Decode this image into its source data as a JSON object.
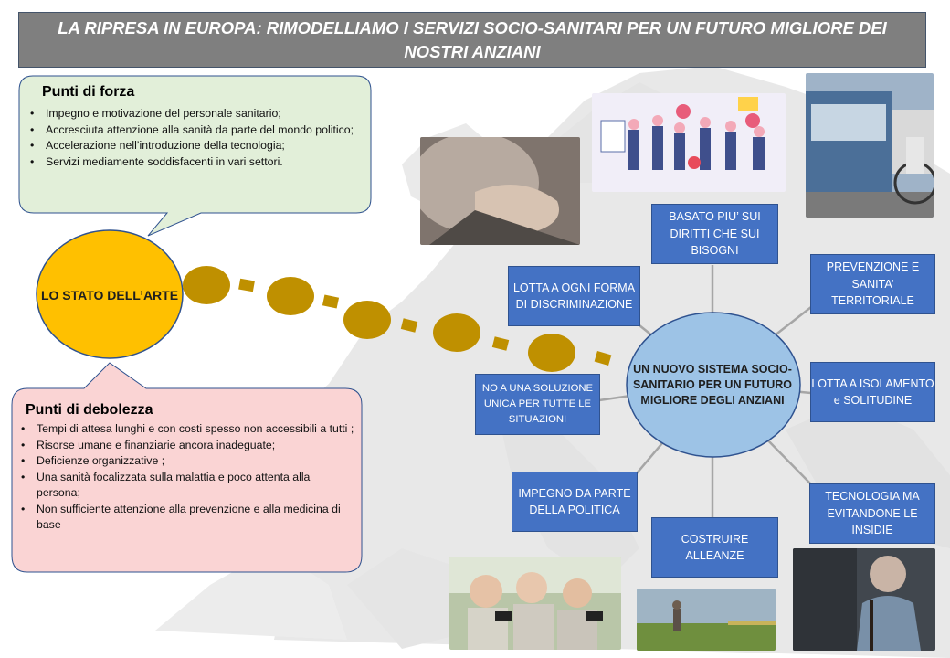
{
  "title": "LA RIPRESA IN EUROPA: RIMODELLIAMO I SERVIZI SOCIO-SANITARI PER  UN FUTURO MIGLIORE DEI NOSTRI ANZIANI",
  "strengths": {
    "title": "Punti di forza",
    "items": [
      "Impegno e motivazione del personale sanitario;",
      "Accresciuta attenzione alla sanità da parte del mondo politico;",
      "Accelerazione nell’introduzione della tecnologia;",
      "Servizi mediamente soddisfacenti in vari settori."
    ]
  },
  "weaknesses": {
    "title": "Punti di debolezza",
    "items": [
      "Tempi di attesa lunghi e con costi spesso non accessibili a tutti  ;",
      "Risorse umane e finanziarie ancora inadeguate;",
      "Deficienze organizzative ;",
      "Una sanità  focalizzata sulla malattia e poco attenta alla persona;",
      "Non sufficiente attenzione alla prevenzione e alla medicina di base"
    ]
  },
  "state_circle": "LO STATO DELL’ARTE",
  "center_circle": "UN NUOVO SISTEMA SOCIO-SANITARIO PER UN FUTURO MIGLIORE DEGLI ANZIANI",
  "spokes": {
    "rights": "BASATO PIU’ SUI DIRITTI CHE SUI BISOGNI",
    "discrimination": "LOTTA A OGNI FORMA DI DISCRIMINAZIONE",
    "prevention": "PREVENZIONE E SANITA’ TERRITORIALE",
    "no_single": "NO A UNA SOLUZIONE UNICA PER TUTTE LE SITUAZIONI",
    "isolation": "LOTTA A ISOLAMENTO e SOLITUDINE",
    "politics": "IMPEGNO DA PARTE DELLA POLITICA",
    "technology": "TECNOLOGIA MA EVITANDONE LE INSIDIE",
    "alliances": "COSTRUIRE ALLEANZE"
  },
  "colors": {
    "title_bar": "#7f7f7f",
    "strengths_fill": "#e2efd9",
    "weakness_fill": "#fad4d4",
    "circle_gold": "#ffc000",
    "dots": "#bf9000",
    "spoke_box": "#4472c4",
    "center_fill": "#9dc3e6",
    "map": "#e6e6e6"
  }
}
